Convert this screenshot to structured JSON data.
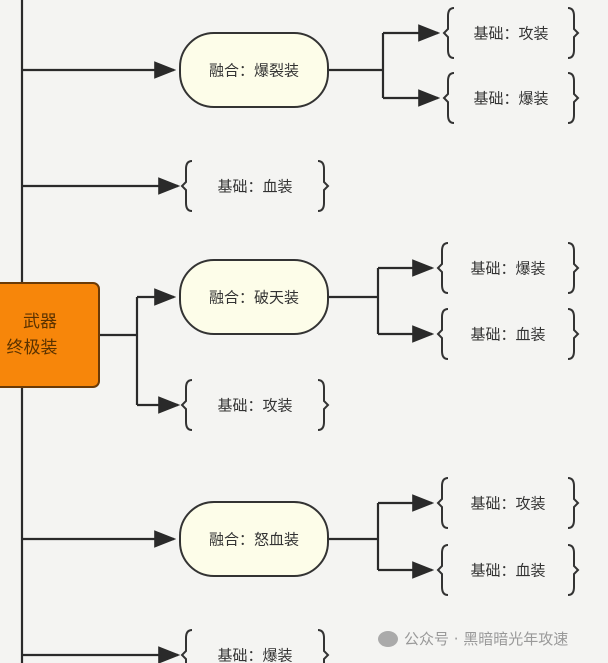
{
  "root": {
    "line1": "武器",
    "line2": "终极装"
  },
  "nodes": [
    {
      "label": "融合：爆裂装",
      "type": "fusion",
      "children": [
        "基础：攻装",
        "基础：爆装"
      ]
    },
    {
      "label": "基础：血装",
      "type": "basic"
    },
    {
      "label": "融合：破天装",
      "type": "fusion",
      "children": [
        "基础：爆装",
        "基础：血装"
      ]
    },
    {
      "label": "基础：攻装",
      "type": "basic"
    },
    {
      "label": "融合：怒血装",
      "type": "fusion",
      "children": [
        "基础：攻装",
        "基础：血装"
      ]
    },
    {
      "label": "基础：爆装",
      "type": "basic"
    }
  ],
  "watermark": "公众号 · 黑暗暗光年攻速",
  "colors": {
    "root": "#f7860a",
    "fusion": "#fdfde9"
  }
}
